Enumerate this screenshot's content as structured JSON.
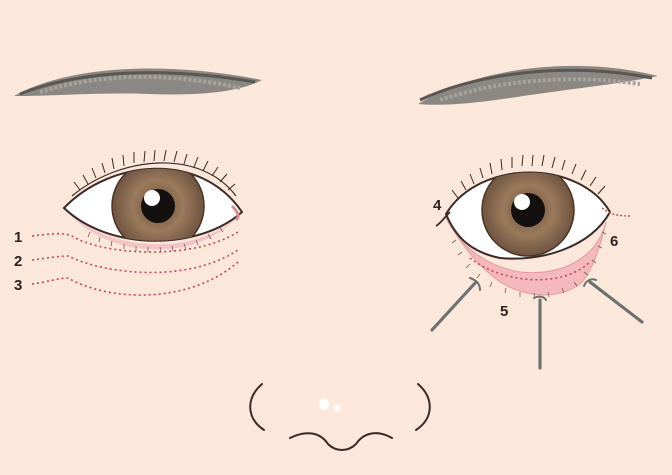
{
  "labels": {
    "l1": "1",
    "l2": "2",
    "l3": "3",
    "l4": "4",
    "l5": "5",
    "l6": "6"
  },
  "colors": {
    "background": "#fbe8da",
    "skin_border": "#f7dccb",
    "brow": "#6e6a66",
    "iris": "#8a6a4f",
    "incision": "#d3404f",
    "pink_flap": "#f3b9bd",
    "retractor": "#6f6f6f"
  },
  "icons": {
    "left_eye": "eye-icon",
    "right_eye": "eye-icon",
    "nose": "nose-icon"
  }
}
